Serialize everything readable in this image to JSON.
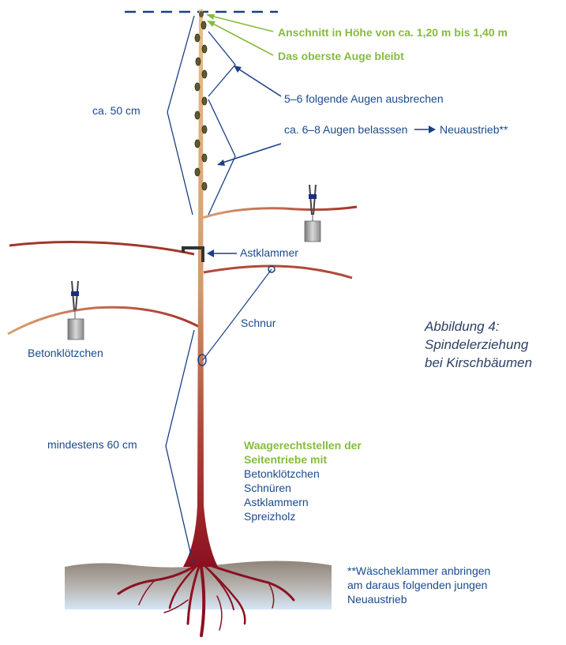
{
  "labels": {
    "anschnitt": "Anschnitt in Höhe von ca. 1,20 m bis 1,40 m",
    "oberste_auge": "Das oberste Auge bleibt",
    "ausbrechen": "5–6 folgende Augen ausbrechen",
    "belassen": "ca. 6–8  Augen belasssen",
    "neuaustrieb": "Neuaustrieb**",
    "ca50": "ca. 50 cm",
    "astklammer": "Astklammer",
    "schnur": "Schnur",
    "betonkloetzchen": "Betonklötzchen",
    "mindestens60": "mindestens 60 cm"
  },
  "caption": {
    "line1": "Abbildung 4:",
    "line2": "Spindelerziehung",
    "line3": "bei Kirschbäumen"
  },
  "waagerecht": {
    "heading1": "Waagerechtstellen der",
    "heading2": "Seitentriebe mit",
    "items": [
      "Betonklötzchen",
      "Schnüren",
      "Astklammern",
      "Spreizholz"
    ]
  },
  "footnote": {
    "line1": "**Wäscheklammer anbringen",
    "line2": "am daraus folgenden jungen",
    "line3": "Neuaustrieb"
  },
  "colors": {
    "label_blue": "#1a4a8c",
    "accent_green": "#86bc3c",
    "trunk_top": "#e0b07a",
    "trunk_bottom": "#8c1020",
    "soil": "#9d9288",
    "water": "#cfe2f2"
  }
}
